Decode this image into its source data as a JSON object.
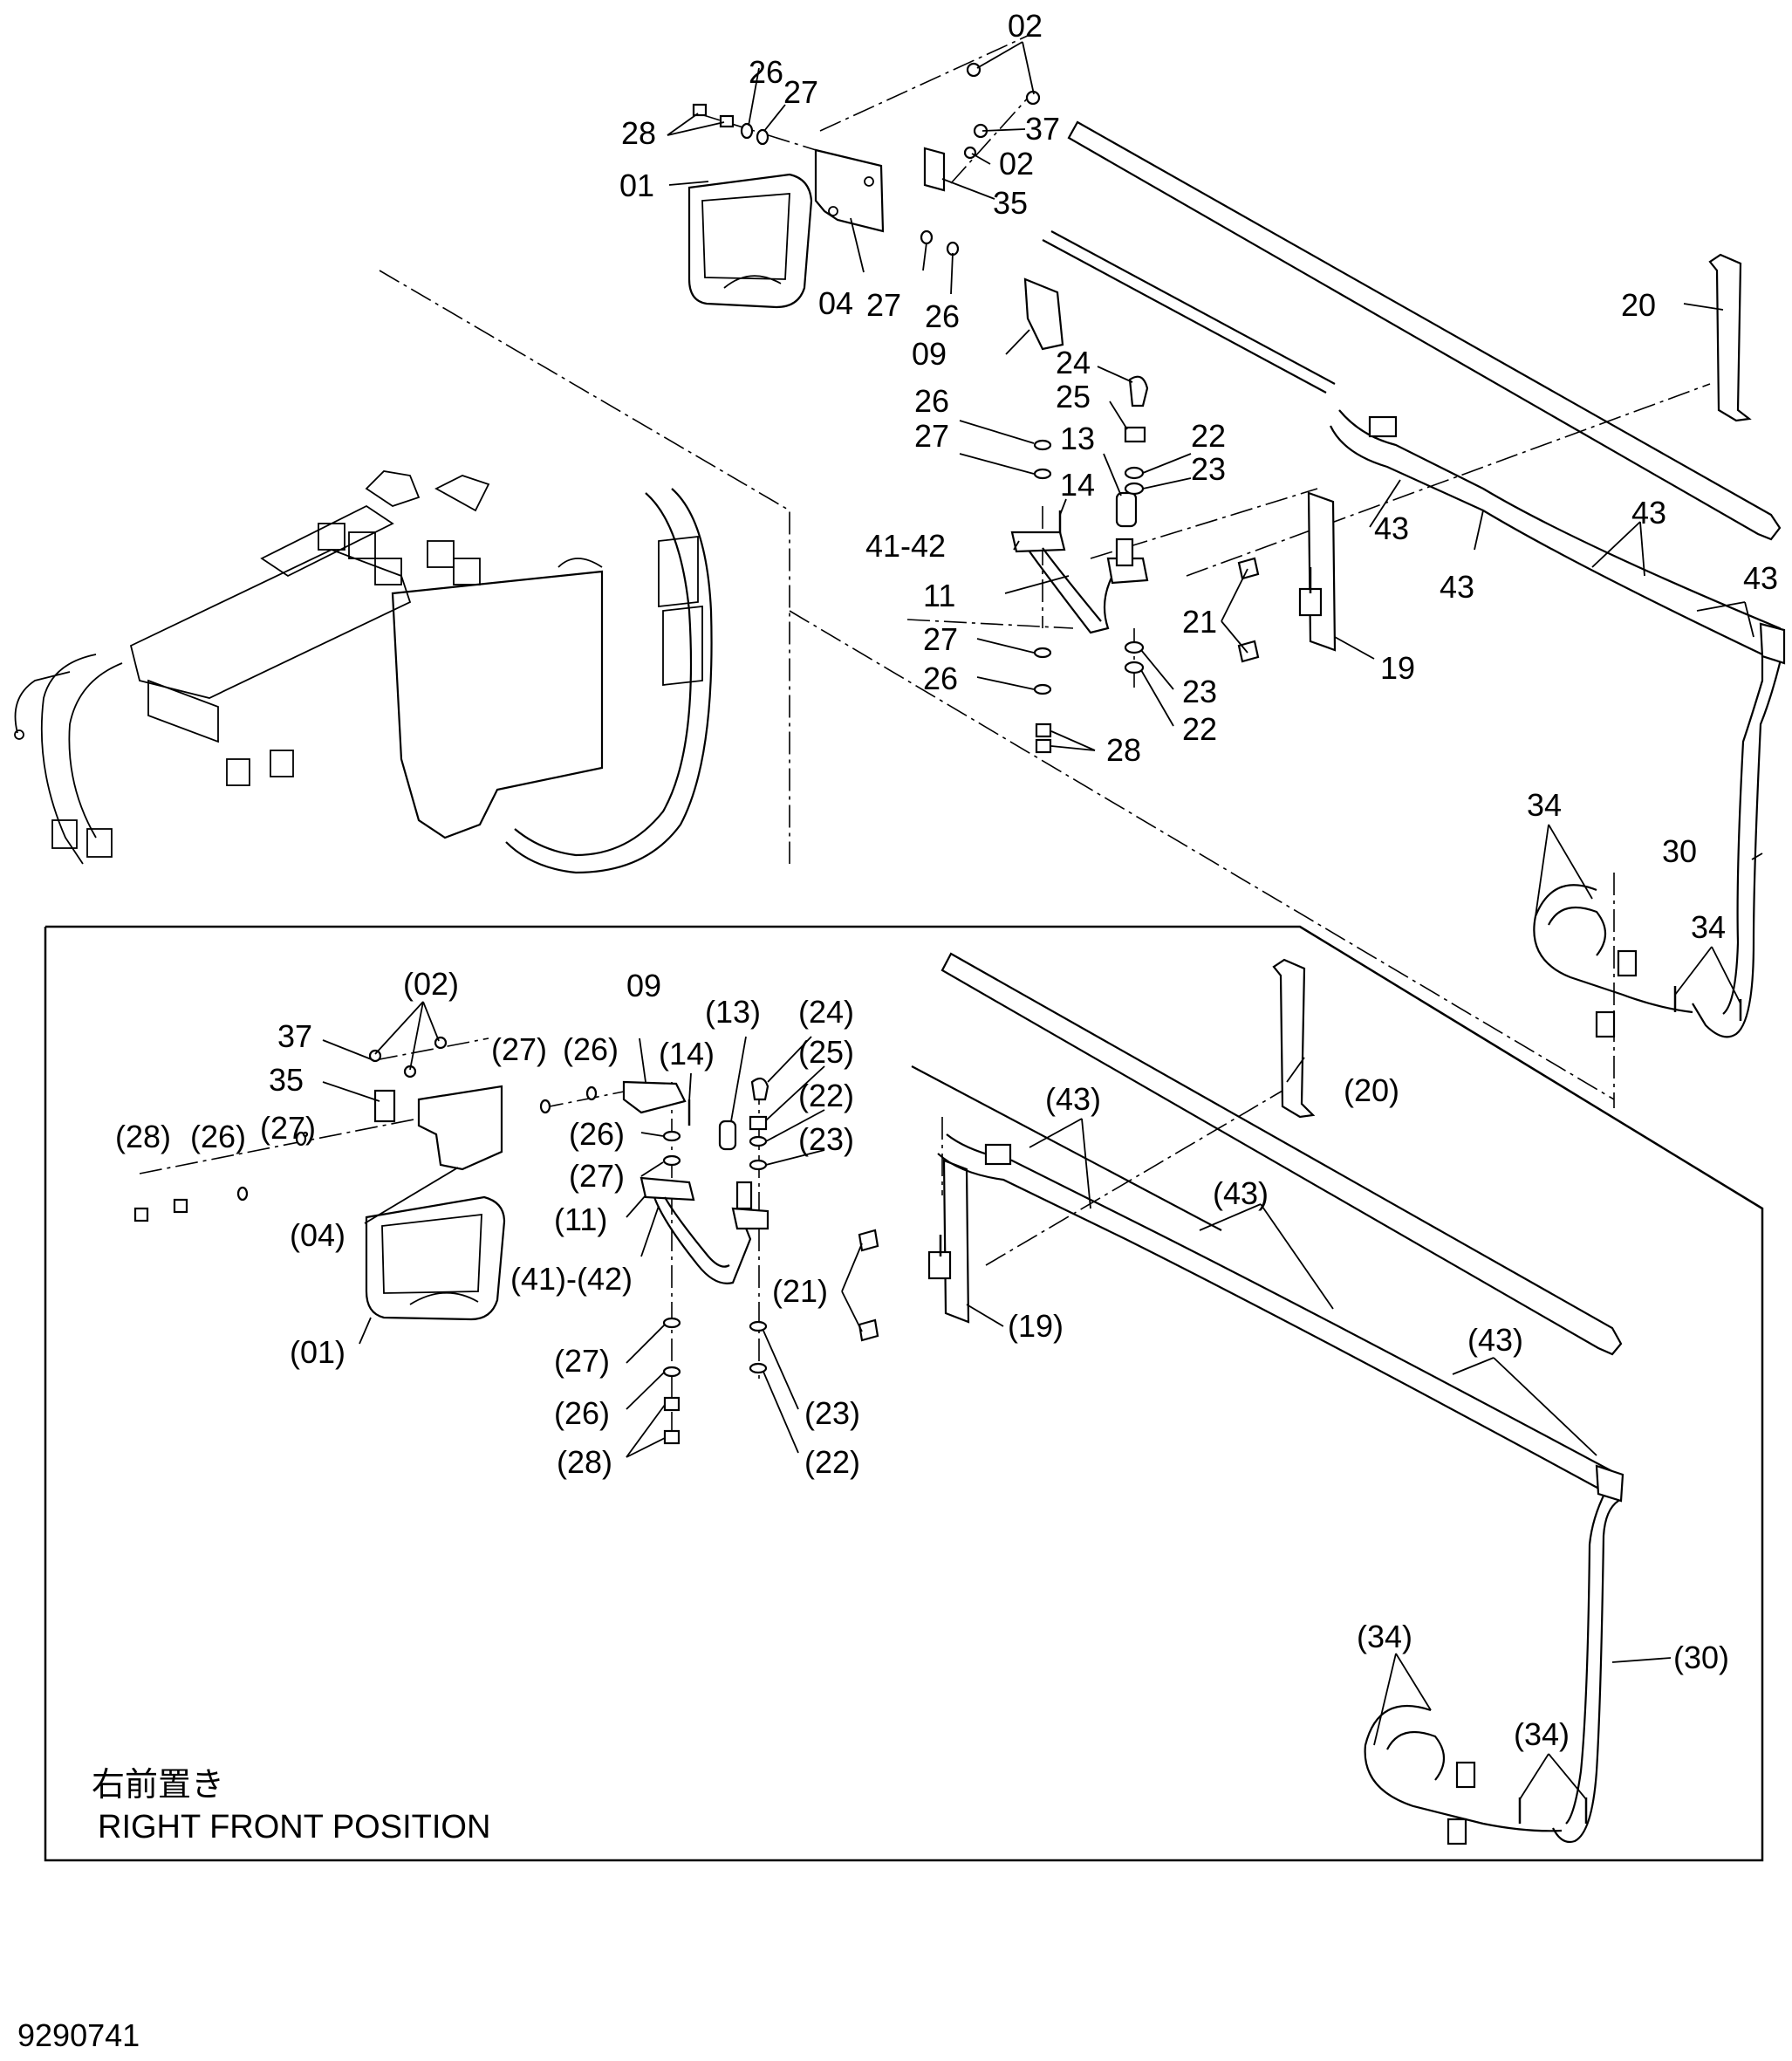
{
  "drawing_number": "9290741",
  "caption": {
    "japanese": "右前置き",
    "english": "RIGHT FRONT POSITION"
  },
  "labels": {
    "l02a": "02",
    "l26a": "26",
    "l27a": "27",
    "l28a": "28",
    "l37a": "37",
    "l02b": "02",
    "l01a": "01",
    "l35a": "35",
    "l04a": "04",
    "l27b": "27",
    "l26b": "26",
    "l20a": "20",
    "l09a": "09",
    "l24a": "24",
    "l25a": "25",
    "l26c": "26",
    "l27c": "27",
    "l13a": "13",
    "l22a": "22",
    "l23a": "23",
    "l14a": "14",
    "l41a": "41-42",
    "l11a": "11",
    "l43a": "43",
    "l43b": "43",
    "l43c": "43",
    "l43d": "43",
    "l21a": "21",
    "l19a": "19",
    "l27d": "27",
    "l26d": "26",
    "l23b": "23",
    "l22b": "22",
    "l28b": "28",
    "l34a": "34",
    "l30a": "30",
    "l34b": "34",
    "p02": "(02)",
    "p37": "37",
    "p35": "35",
    "p09": "09",
    "p13": "(13)",
    "p24": "(24)",
    "p27a": "(27)",
    "p26a": "(26)",
    "p14": "(14)",
    "p25": "(25)",
    "p20": "(20)",
    "p22a": "(22)",
    "p28a": "(28)",
    "p26b": "(26)",
    "p27b": "(27)",
    "p26c": "(26)",
    "p23a": "(23)",
    "p43a": "(43)",
    "p27c": "(27)",
    "p04": "(04)",
    "p11": "(11)",
    "p43b": "(43)",
    "p4142": "(41)-(42)",
    "p21": "(21)",
    "p01": "(01)",
    "p19": "(19)",
    "p27d": "(27)",
    "p43c": "(43)",
    "p26d": "(26)",
    "p23b": "(23)",
    "p28b": "(28)",
    "p22b": "(22)",
    "p34a": "(34)",
    "p30": "(30)",
    "p34b": "(34)"
  }
}
